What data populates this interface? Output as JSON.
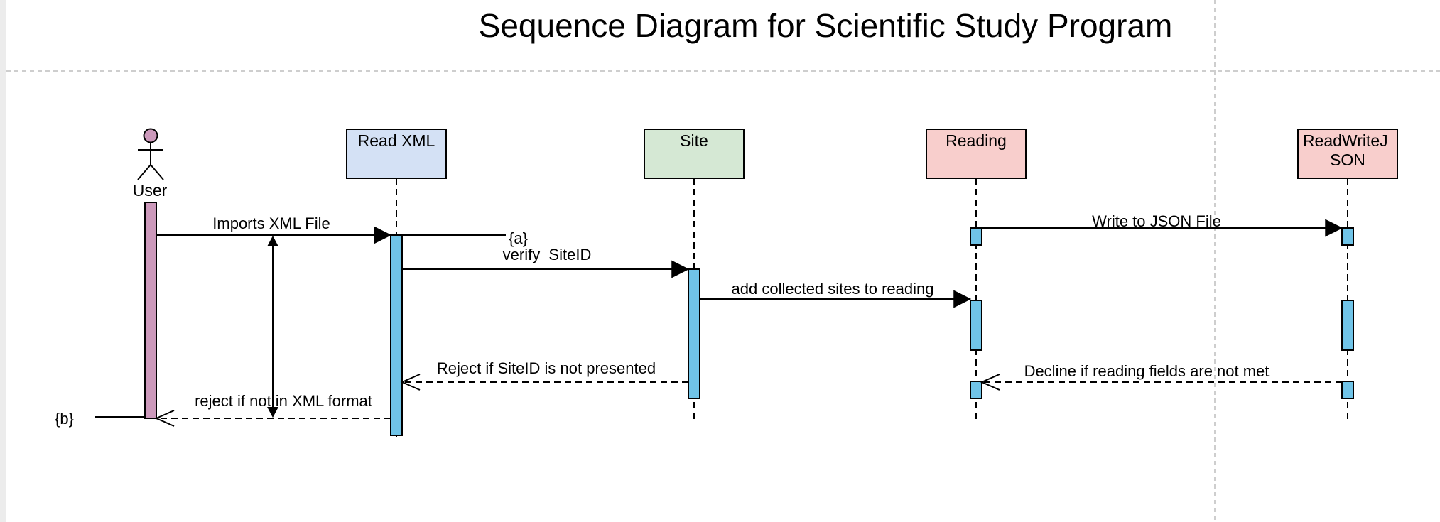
{
  "title": "Sequence Diagram for Scientific Study Program",
  "actor": {
    "label": "User",
    "color": "#cc99bb"
  },
  "lifelines": [
    {
      "name": "read-xml",
      "label": "Read XML",
      "fill": "#d4e1f5"
    },
    {
      "name": "site",
      "label": "Site",
      "fill": "#d5e8d4"
    },
    {
      "name": "reading",
      "label": "Reading",
      "fill": "#f8cecc"
    },
    {
      "name": "readwritejson",
      "label": "ReadWriteJ\nSON",
      "fill": "#f8cecc"
    }
  ],
  "messages": {
    "imports_xml": "Imports XML File",
    "verify_siteid": "verify  SiteID",
    "add_sites": "add collected sites to reading",
    "write_json": "Write to JSON File",
    "reject_siteid": "Reject if SiteID is not presented",
    "reject_xml": "reject if not in XML format",
    "decline_reading": "Decline if reading fields are not met"
  },
  "constraints": {
    "a": "{a}",
    "b": "{b}"
  },
  "colors": {
    "activation": "#70c4e8",
    "actor_bar": "#cc99bb",
    "grid": "#bdbdbd",
    "stroke": "#000000"
  }
}
